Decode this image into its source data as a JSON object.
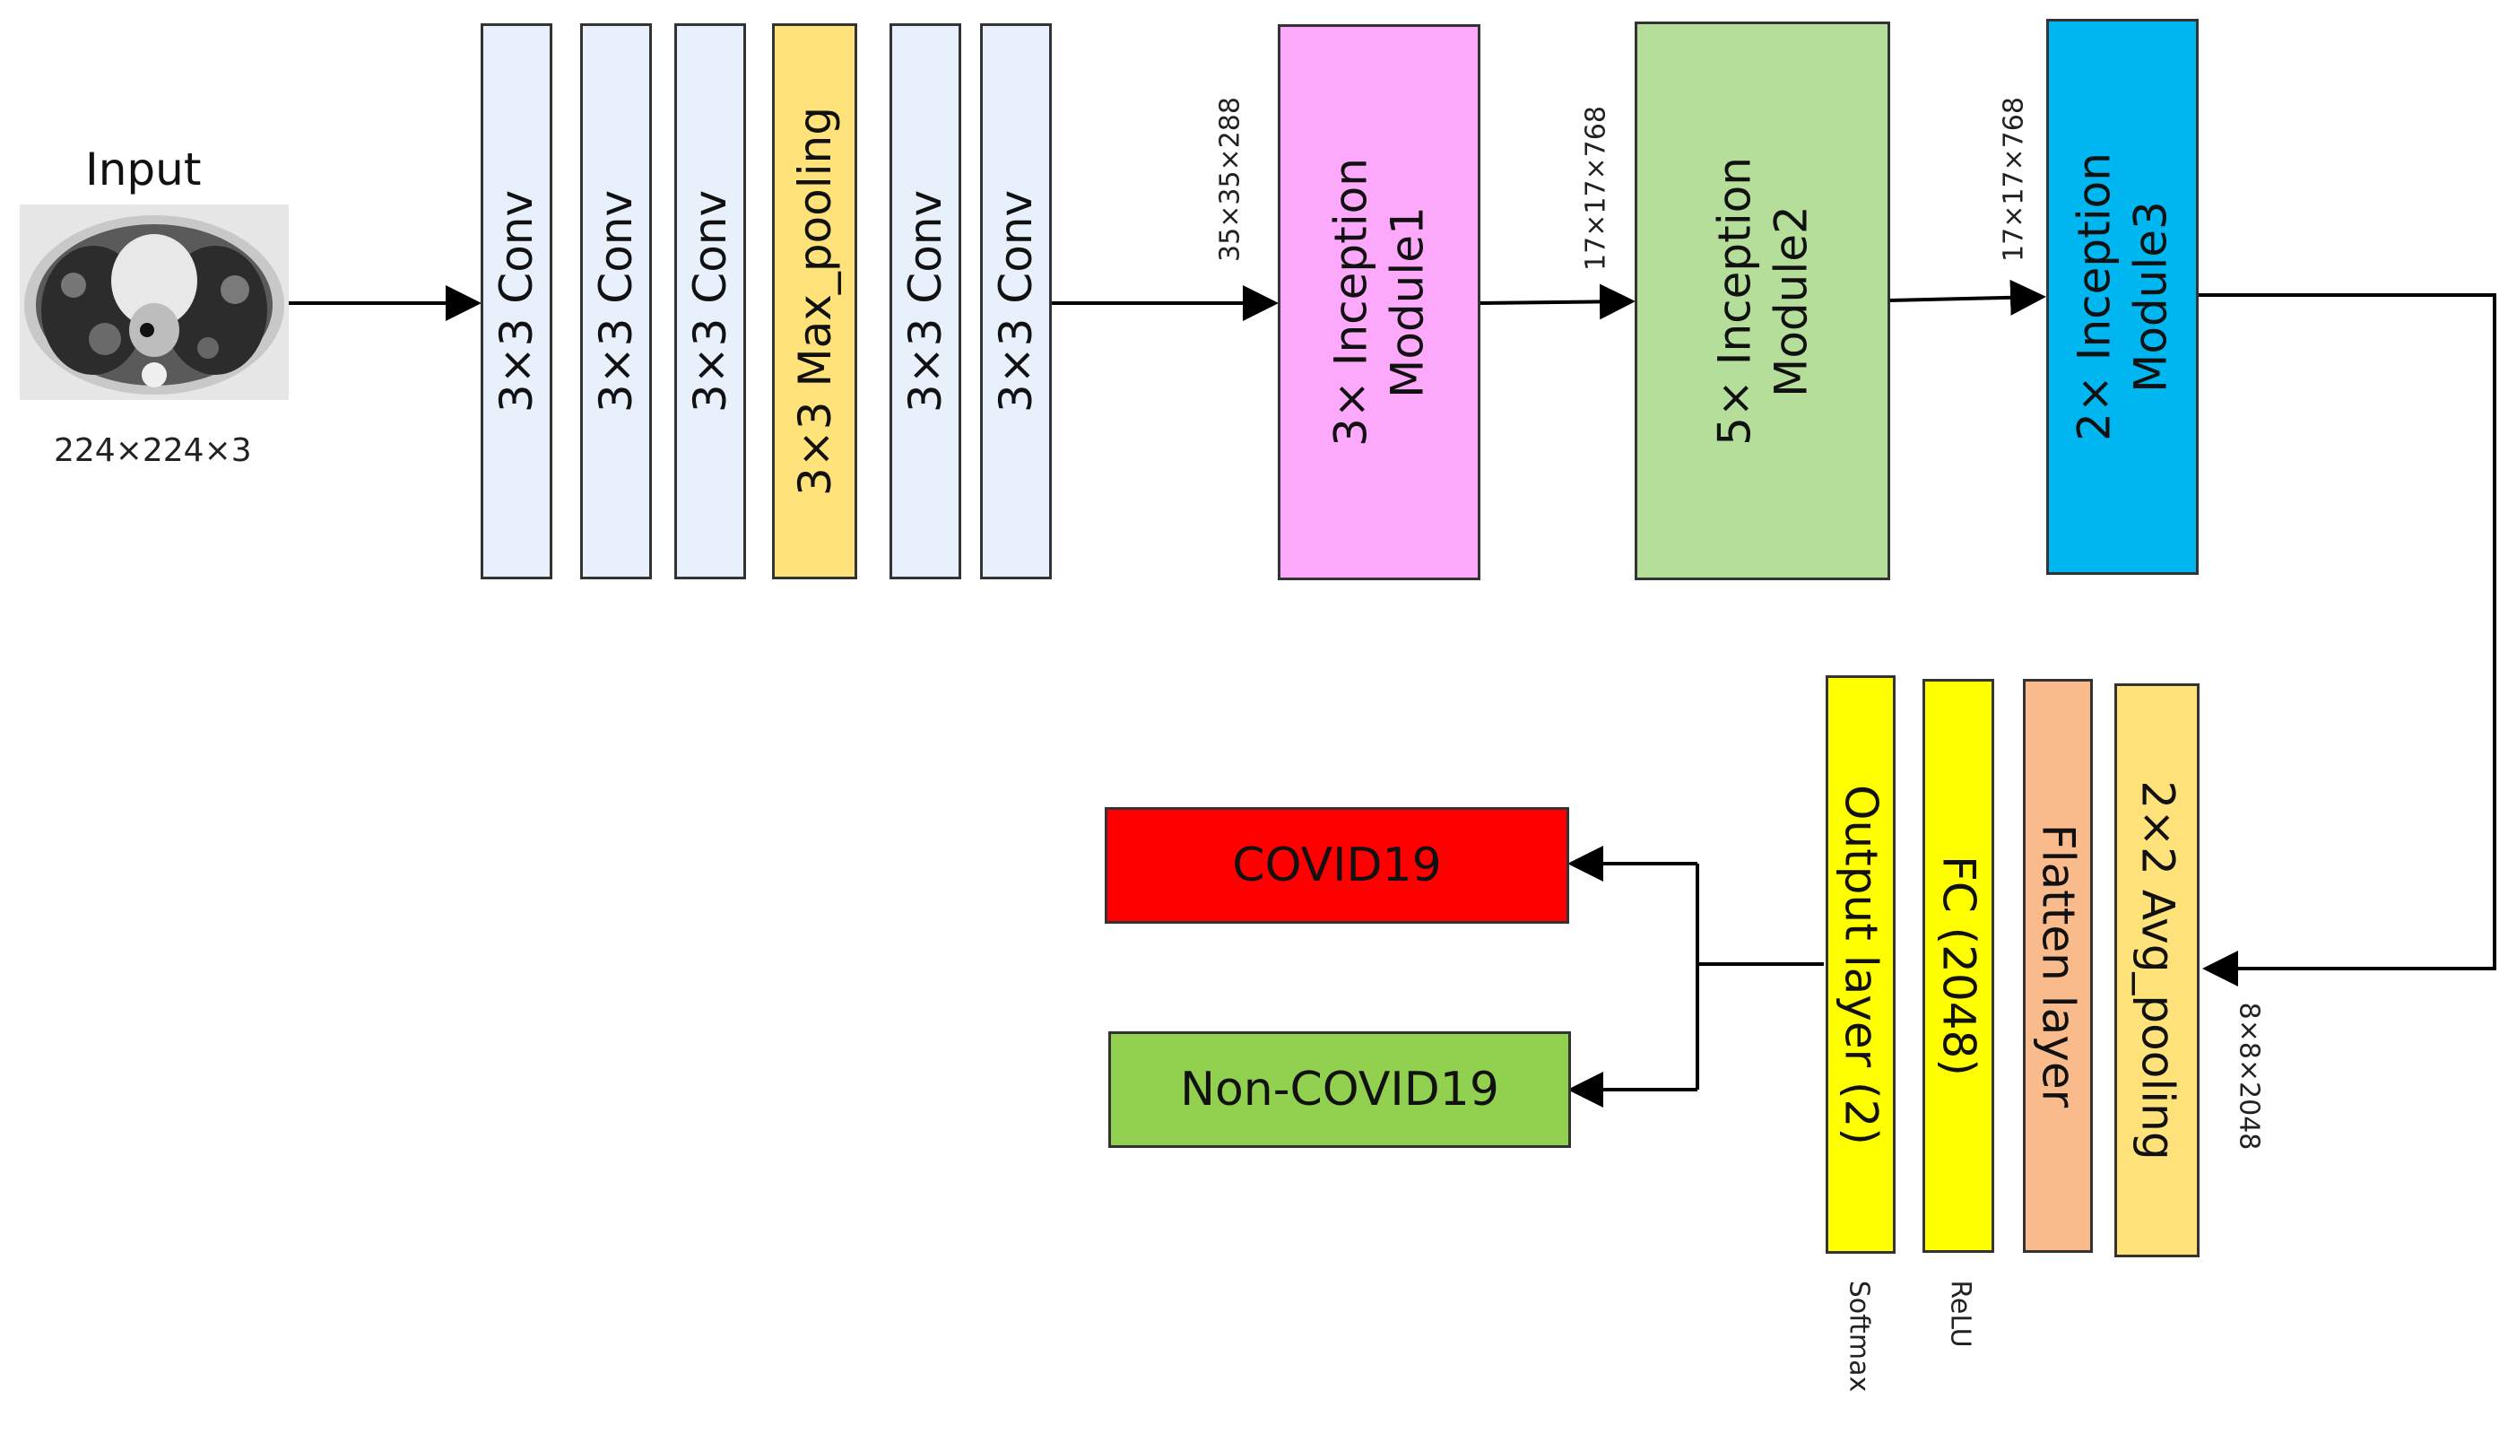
{
  "input": {
    "title": "Input",
    "size": "224×224×3",
    "image": "chest-ct-scan"
  },
  "blocks": {
    "conv1": {
      "label": "3×3 Conv",
      "color": "#E8F0FC"
    },
    "conv2": {
      "label": "3×3 Conv",
      "color": "#E8F0FC"
    },
    "conv3": {
      "label": "3×3 Conv",
      "color": "#E8F0FC"
    },
    "maxpool": {
      "label": "3×3 Max_pooling",
      "color": "#FFE27A"
    },
    "conv4": {
      "label": "3×3 Conv",
      "color": "#E8F0FC"
    },
    "conv5": {
      "label": "3×3 Conv",
      "color": "#E8F0FC"
    },
    "inception1": {
      "line1": "3× Inception",
      "line2": "Module1",
      "color": "#FDA9FB"
    },
    "inception2": {
      "line1": "5× Inception",
      "line2": "Module2",
      "color": "#B4DE9A"
    },
    "inception3": {
      "line1": "2× Inception",
      "line2": "Module3",
      "color": "#00B6F0"
    },
    "avgpool": {
      "label": "2×2 Avg_pooling",
      "color": "#FFE27A"
    },
    "flatten": {
      "label": "Flatten layer",
      "color": "#F9BA8C"
    },
    "fc": {
      "label": "FC (2048)",
      "color": "#FFFF00"
    },
    "output": {
      "label": "Output layer (2)",
      "color": "#FFFF00"
    }
  },
  "dimensions": {
    "after_conv": "35×35×288",
    "after_inception1": "17×17×768",
    "after_inception2": "17×17×768",
    "after_inception3": "8×8×2048"
  },
  "activations": {
    "fc": "ReLU",
    "output": "Softmax"
  },
  "classes": {
    "covid": {
      "label": "COVID19",
      "color": "#FF0000"
    },
    "noncovid": {
      "label": "Non-COVID19",
      "color": "#92D050"
    }
  }
}
